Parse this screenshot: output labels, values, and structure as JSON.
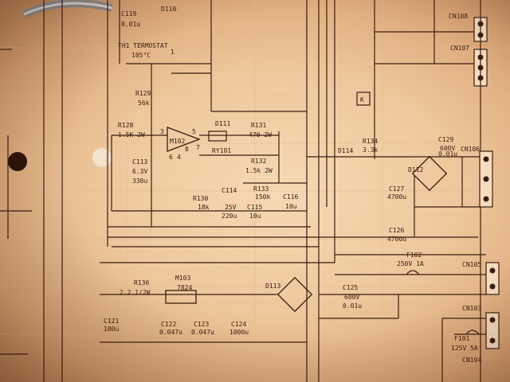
{
  "colors": {
    "paper": "#f2cfa6",
    "ink": "#3a1d14"
  },
  "components": {
    "thermostat_label": "TH1 TERMOSTAT",
    "thermostat_temp": "105°C",
    "r129": "R129",
    "r129_val": "56k",
    "r128": "R128",
    "r128_val": "1.5K 2W",
    "c113": "C113",
    "c113_v": "6.3V",
    "c113_val": "330u",
    "m102": "M102",
    "d111": "D111",
    "ry101": "RY101",
    "r131": "R131",
    "r131_val": "470 2W",
    "r132": "R132",
    "r132_val": "1.5k 2W",
    "r133": "R133",
    "r133_val": "150k",
    "r130": "R130",
    "r130_val": "18k",
    "c114": "C114",
    "c114_v": "25V",
    "c114_val": "220u",
    "c115": "C115",
    "c115_val": "10u",
    "c116": "C116",
    "c116_val": "10u",
    "d114": "D114",
    "r134": "R134",
    "r134_val": "3.3k",
    "c129": "C129",
    "c129_v": "600V",
    "c129_val": "0.01u",
    "d112": "D112",
    "c127": "C127",
    "c127_val": "4700u",
    "c126": "C126",
    "c126_val": "4700u",
    "f102": "F102",
    "f102_val": "250V 1A",
    "r136": "R136",
    "r136_val": "2.2 1/2W",
    "m103": "M103",
    "m103_val": "7824",
    "d113": "D113",
    "c125": "C125",
    "c125_v": "600V",
    "c125_val": "0.01u",
    "c121": "C121",
    "c121_val": "100u",
    "c122": "C122",
    "c122_val": "0.047u",
    "c123": "C123",
    "c123_val": "0.047u",
    "c124": "C124",
    "c124_val": "1000u",
    "f101": "F101",
    "f101_val": "125V 5A",
    "c119": "C119",
    "c119_val": "0.01u",
    "d110": "D110",
    "k_marker": "K",
    "cn108": "CN108",
    "cn107": "CN107",
    "cn106": "CN106",
    "cn105": "CN105",
    "cn103": "CN103",
    "cn104": "CN104",
    "pin1": "1",
    "pin3": "3",
    "pin5": "5",
    "pin7": "7",
    "pin8": "8",
    "pin6": "6",
    "pin4": "4"
  }
}
